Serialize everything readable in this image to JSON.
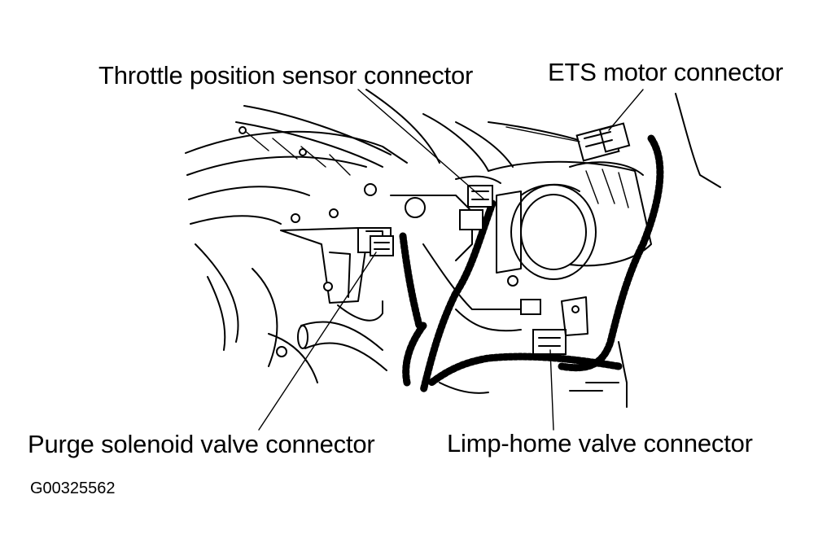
{
  "labels": {
    "throttle_position_sensor_connector": "Throttle position sensor connector",
    "ets_motor_connector": "ETS motor connector",
    "purge_solenoid_valve_connector": "Purge solenoid valve connector",
    "limp_home_valve_connector": "Limp-home valve connector"
  },
  "figure_id": "G00325562"
}
